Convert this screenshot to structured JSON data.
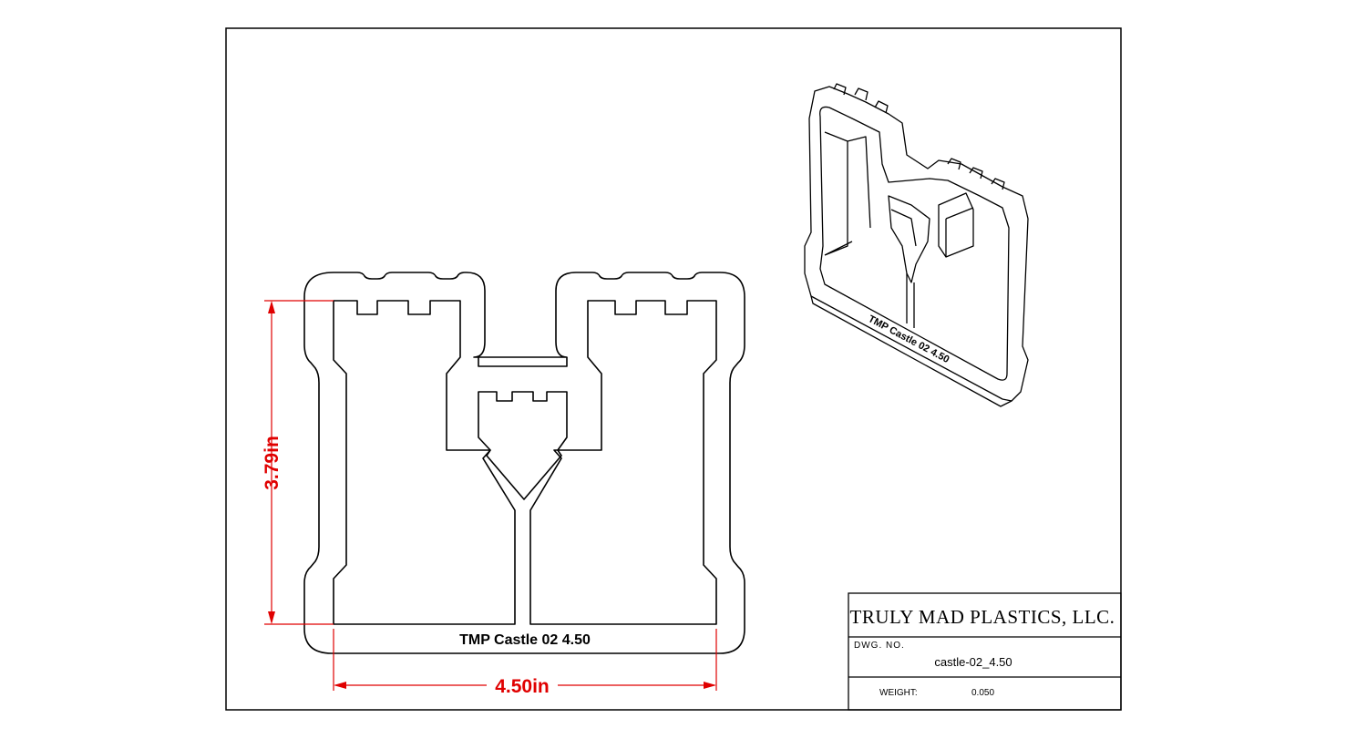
{
  "title_block": {
    "company": "TRULY MAD PLASTICS, LLC.",
    "dwg_no_label": "DWG. NO.",
    "dwg_no": "castle-02_4.50",
    "weight_label": "WEIGHT:",
    "weight": "0.050"
  },
  "part": {
    "emboss_text": "TMP Castle 02  4.50"
  },
  "dimensions": {
    "height": "3.79in",
    "width": "4.50in",
    "color": "#e00000"
  }
}
